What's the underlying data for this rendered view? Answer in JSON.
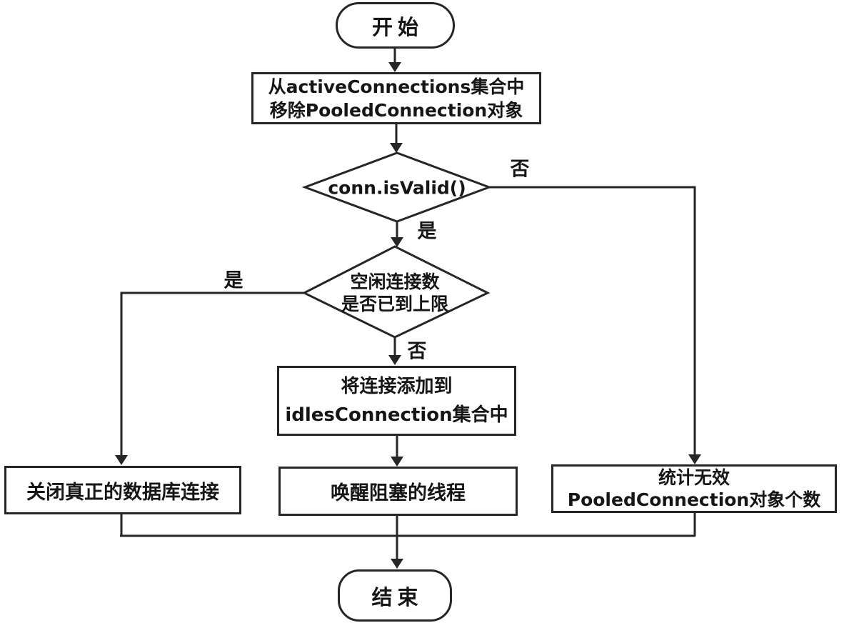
{
  "flowchart": {
    "nodes": {
      "start": {
        "label": "开始"
      },
      "remove_active": {
        "line1": "从activeConnections集合中",
        "line2": "移除PooledConnection对象"
      },
      "is_valid": {
        "label": "conn.isValid()"
      },
      "idle_limit": {
        "line1": "空闲连接数",
        "line2": "是否已到上限"
      },
      "add_idle": {
        "line1": "将连接添加到",
        "line2": "idlesConnection集合中"
      },
      "close_db": {
        "label": "关闭真正的数据库连接"
      },
      "wake_threads": {
        "label": "唤醒阻塞的线程"
      },
      "count_invalid": {
        "line1": "统计无效",
        "line2": "PooledConnection对象个数"
      },
      "end": {
        "label": "结束"
      }
    },
    "edge_labels": {
      "is_valid_no": "否",
      "is_valid_yes": "是",
      "idle_limit_yes": "是",
      "idle_limit_no": "否"
    },
    "colors": {
      "line": "#262626",
      "text": "#161616",
      "background": "#ffffff"
    }
  }
}
